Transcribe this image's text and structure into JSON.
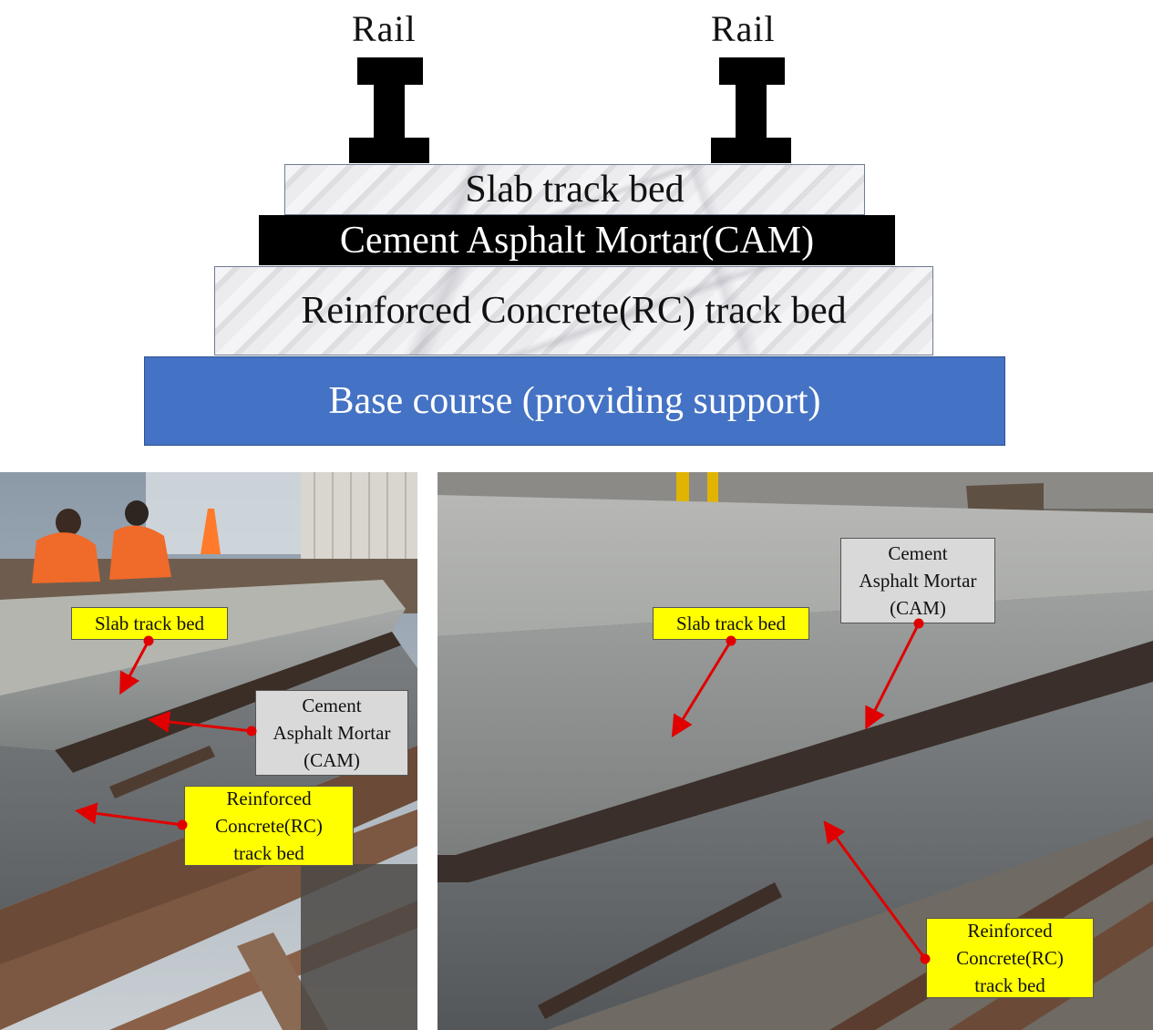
{
  "diagram": {
    "rail_left_label": "Rail",
    "rail_right_label": "Rail",
    "layers": {
      "slab": "Slab track bed",
      "cam": "Cement Asphalt Mortar(CAM)",
      "rc": "Reinforced Concrete(RC) track bed",
      "base": "Base course (providing support)"
    },
    "colors": {
      "base": "#4472c4",
      "cam": "#000000",
      "rail": "#000000"
    }
  },
  "photo_left": {
    "callouts": {
      "slab": "Slab track bed",
      "cam": [
        "Cement",
        "Asphalt Mortar",
        "(CAM)"
      ],
      "rc": [
        "Reinforced",
        "Concrete(RC)",
        "track bed"
      ]
    }
  },
  "photo_right": {
    "callouts": {
      "slab": "Slab track bed",
      "cam": [
        "Cement",
        "Asphalt Mortar",
        "(CAM)"
      ],
      "rc": [
        "Reinforced",
        "Concrete(RC)",
        "track bed"
      ]
    }
  },
  "colors": {
    "callout_yellow": "#ffff00",
    "callout_gray": "#d9d9d9",
    "arrow": "#e00000"
  }
}
